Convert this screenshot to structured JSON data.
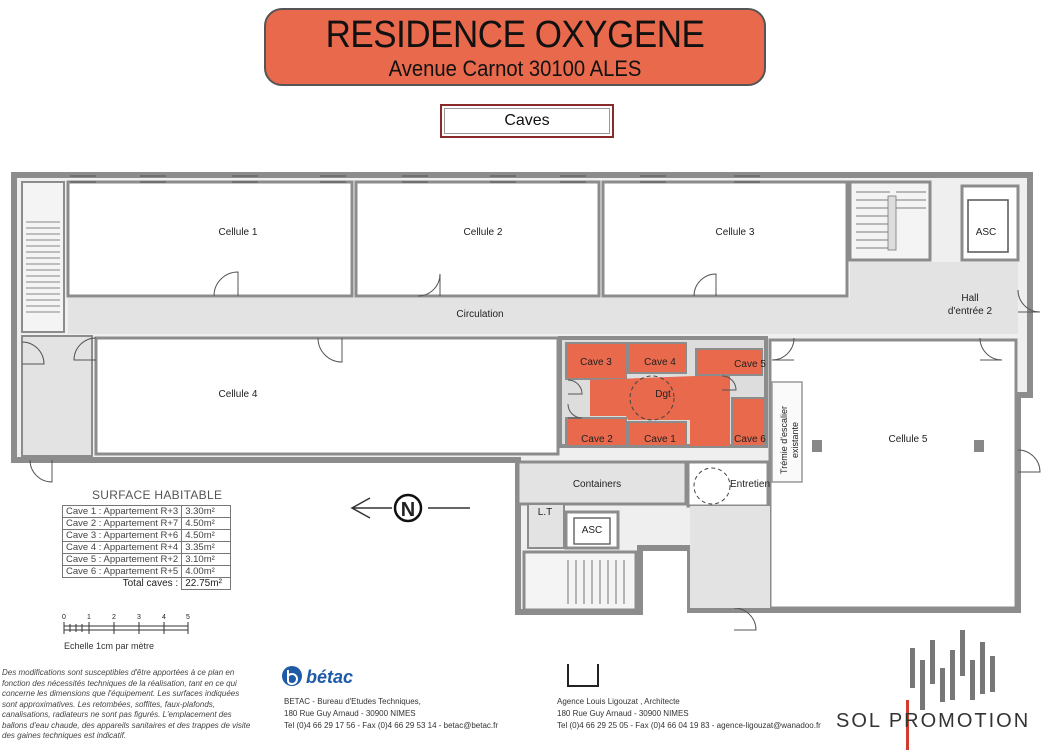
{
  "header": {
    "title": "RESIDENCE OXYGENE",
    "address": "Avenue Carnot 30100 ALES"
  },
  "section_label": "Caves",
  "rooms": {
    "cellule_1": "Cellule 1",
    "cellule_2": "Cellule 2",
    "cellule_3": "Cellule 3",
    "cellule_4": "Cellule 4",
    "cellule_5": "Cellule 5",
    "circulation": "Circulation",
    "hall_line1": "Hall",
    "hall_line2": "d'entrée 2",
    "asc_top": "ASC",
    "asc_bottom": "ASC",
    "cave_1": "Cave 1",
    "cave_2": "Cave 2",
    "cave_3": "Cave 3",
    "cave_4": "Cave 4",
    "cave_5": "Cave 5",
    "cave_6": "Cave 6",
    "dgt": "Dgt",
    "containers": "Containers",
    "entretien": "Entretien",
    "lt": "L.T",
    "tremie_line1": "Trémie d'escalier",
    "tremie_line2": "existante"
  },
  "colors": {
    "title_fill": "#e8694c",
    "cave_fill": "#e8694c",
    "wall": "#8c8c8c",
    "corridor": "#e3e3e3"
  },
  "surface": {
    "title": "SURFACE HABITABLE",
    "rows": [
      {
        "label": "Cave 1 : Appartement R+3",
        "value": "3.30m²"
      },
      {
        "label": "Cave 2 : Appartement R+7",
        "value": "4.50m²"
      },
      {
        "label": "Cave 3 : Appartement R+6",
        "value": "4.50m²"
      },
      {
        "label": "Cave 4 : Appartement R+4",
        "value": "3.35m²"
      },
      {
        "label": "Cave 5 : Appartement R+2",
        "value": "3.10m²"
      },
      {
        "label": "Cave 6 : Appartement R+5",
        "value": "4.00m²"
      }
    ],
    "total_label": "Total caves :",
    "total_value": "22.75m²"
  },
  "scale": {
    "ticks": [
      "0",
      "1",
      "2",
      "3",
      "4",
      "5"
    ],
    "label": "Echelle 1cm par mètre"
  },
  "compass": {
    "letter": "N"
  },
  "disclaimer": "Des modifications sont susceptibles d'être apportées à ce plan en fonction des nécessités techniques de la réalisation, tant en ce qui concerne les dimensions que l'équipement. Les surfaces indiquées sont approximatives. Les retombées, soffites, faux-plafonds, canalisations, radiateurs ne sont pas figurés. L'emplacement des ballons d'eau chaude, des appareils sanitaires et des trappes de visite des gaines techniques est indicatif.",
  "betac": {
    "logo_text": "bétac",
    "line1": "BETAC - Bureau d'Etudes Techniques,",
    "line2": "180 Rue Guy Arnaud - 30900 NIMES",
    "line3": "Tel (0)4 66 29 17 56 - Fax (0)4 66 29 53 14 - betac@betac.fr"
  },
  "agence": {
    "line1": "Agence Louis Ligouzat , Architecte",
    "line2": "180 Rue Guy Arnaud - 30900 NIMES",
    "line3": "Tel (0)4 66 29 25 05 - Fax (0)4 66 04 19 83 - agence-ligouzat@wanadoo.fr"
  },
  "promoter": "SOL PROMOTION"
}
